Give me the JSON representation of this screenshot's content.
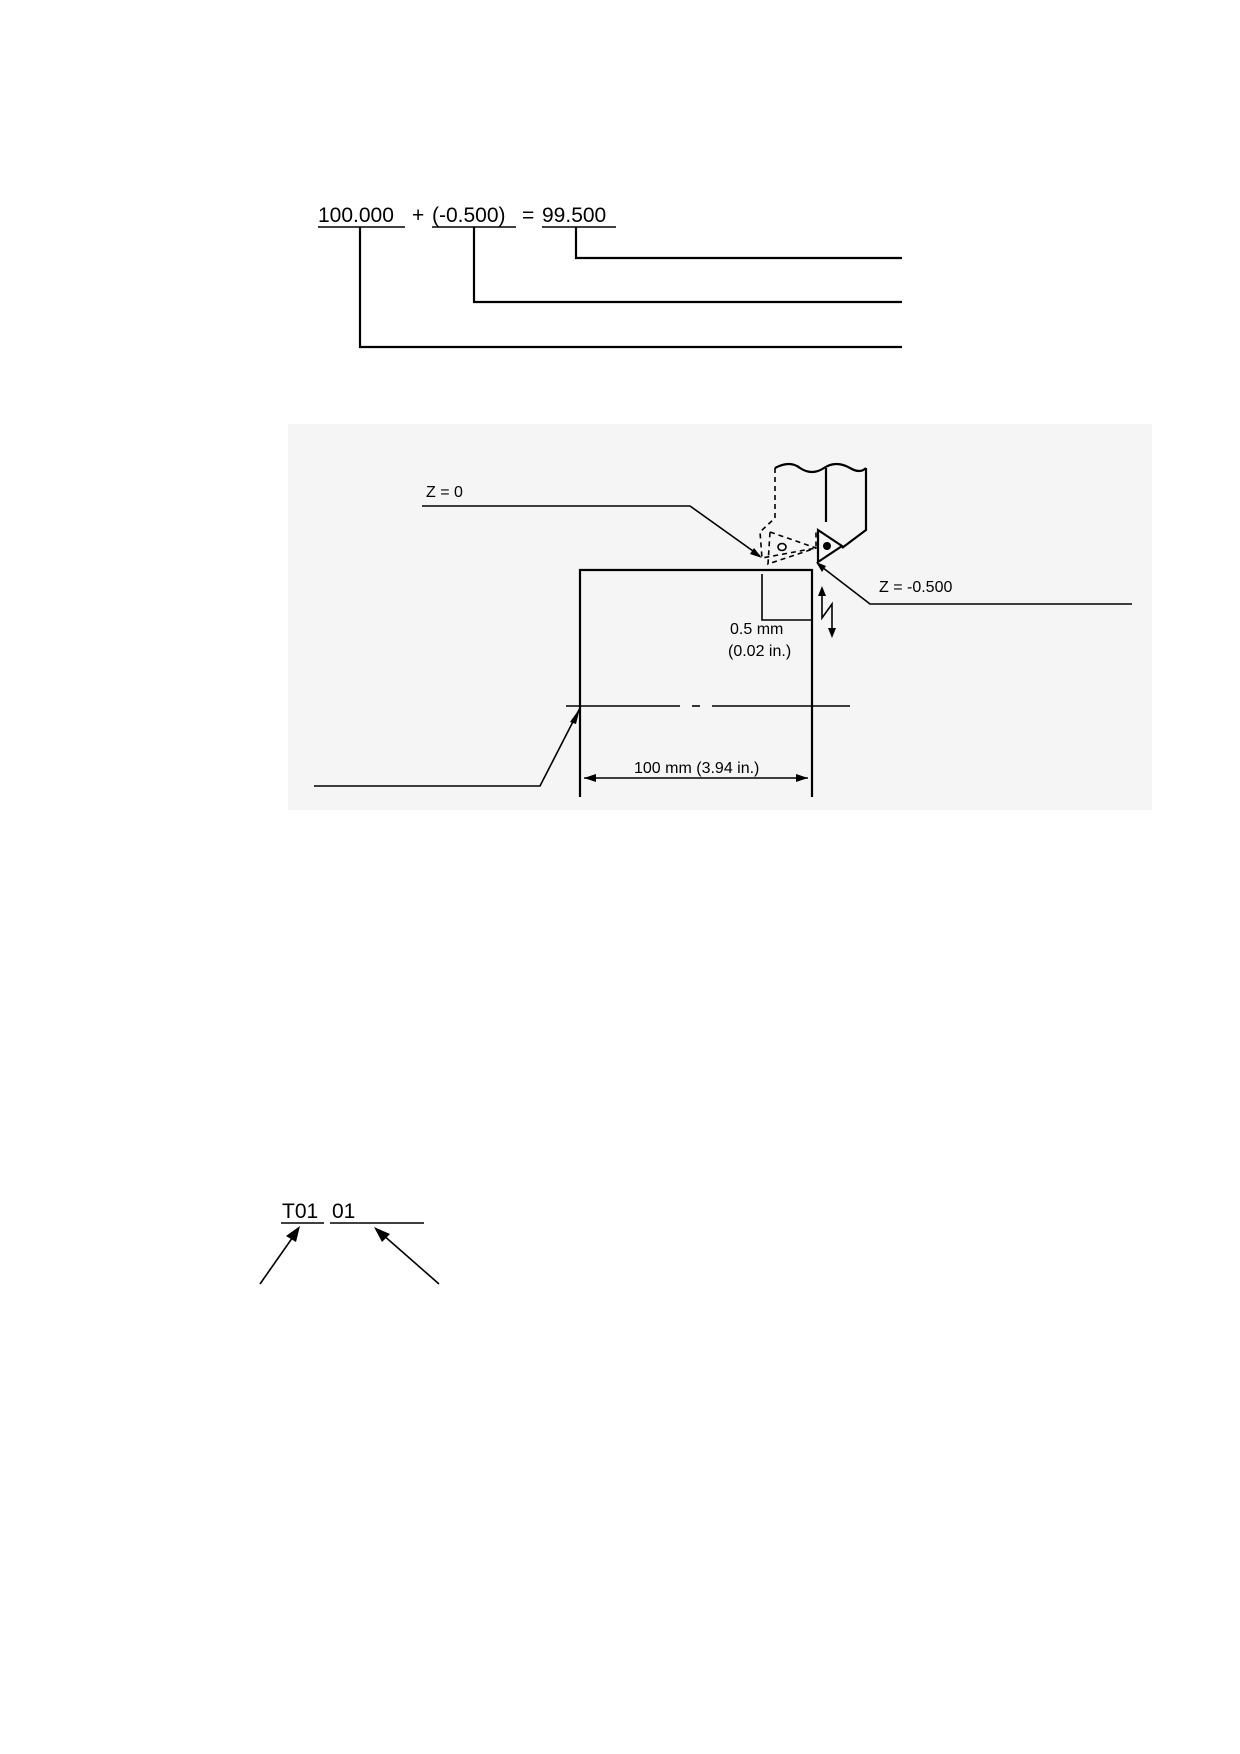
{
  "equation": {
    "term_1": "100.000",
    "op_plus": "+",
    "term_2": "(-0.500)",
    "op_equals": "=",
    "result": "99.500"
  },
  "figure": {
    "z_zero_label": "Z = 0",
    "z_offset_label": "Z = -0.500",
    "offset_dim_mm": "0.5 mm",
    "offset_dim_in": "(0.02 in.)",
    "length_dim": "100 mm (3.94 in.)"
  },
  "tool_code": {
    "tool_number": "T01",
    "offset_number": "01"
  }
}
